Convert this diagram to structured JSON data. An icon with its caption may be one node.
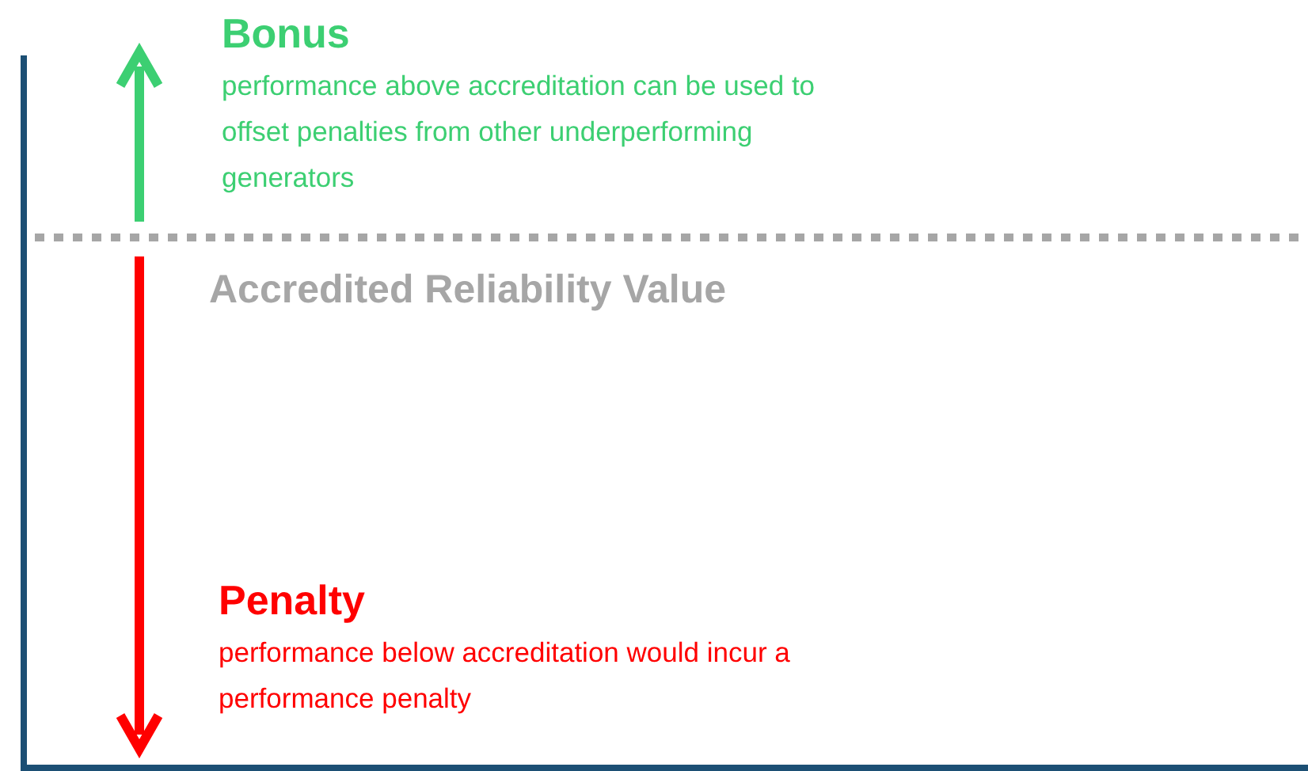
{
  "diagram": {
    "labels": [
      "Bonus",
      "performance above accreditation can be used to offset penalties from other underperforming generators",
      "Accredited Reliability Value",
      "Penalty",
      "performance below accreditation would incur a performance penalty"
    ]
  }
}
